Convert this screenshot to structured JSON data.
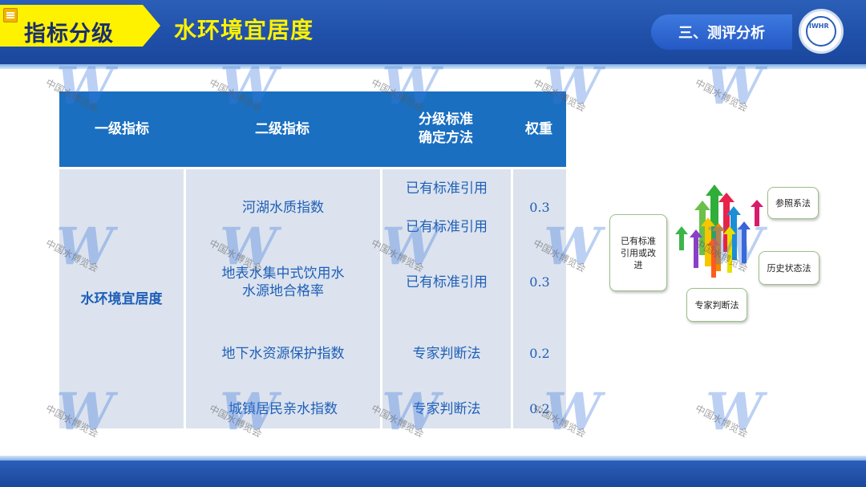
{
  "header": {
    "section_tab": "指标分级",
    "page_title": "水环境宜居度",
    "section_pill": "三、测评分析",
    "logo_text": "IWHR"
  },
  "table": {
    "headers": [
      "一级指标",
      "二级指标",
      "分级标准\n确定方法",
      "权重"
    ],
    "first_level": "水环境宜居度",
    "rows": [
      {
        "name": "河湖水质指数",
        "methods": [
          "已有标准引用",
          "已有标准引用"
        ],
        "weight": "0.3"
      },
      {
        "name": "地表水集中式饮用水\n水源地合格率",
        "methods": [
          "已有标准引用"
        ],
        "weight": "0.3"
      },
      {
        "name": "地下水资源保护指数",
        "methods": [
          "专家判断法"
        ],
        "weight": "0.2"
      },
      {
        "name": "城镇居民亲水指数",
        "methods": [
          "专家判断法"
        ],
        "weight": "0.2"
      }
    ]
  },
  "diagram": {
    "left_box": "已有标准\n引用或改\n进",
    "ref_box": "参照系法",
    "history_box": "历史状态法",
    "expert_box": "专家判断法"
  },
  "watermark": {
    "text": "中国水博览会"
  }
}
